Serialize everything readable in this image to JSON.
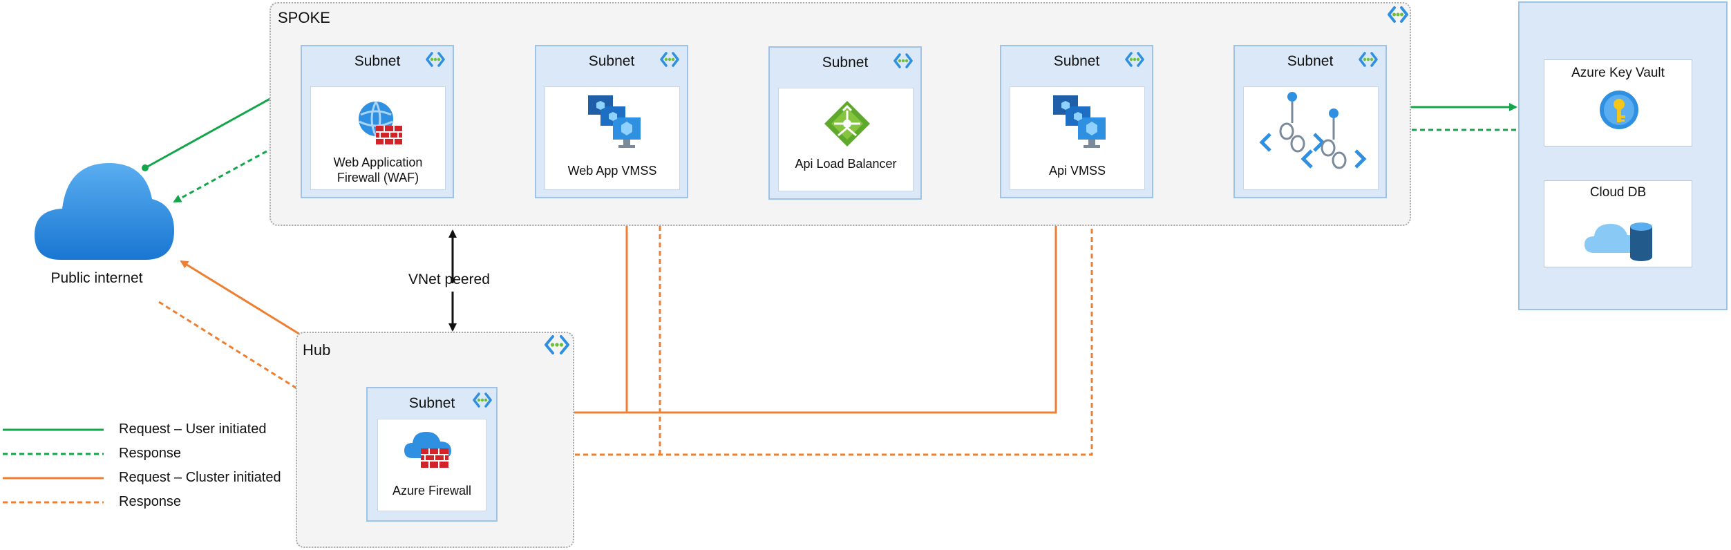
{
  "groups": {
    "spoke_label": "SPOKE",
    "hub_label": "Hub"
  },
  "subnets": {
    "waf": {
      "title": "Subnet",
      "service": "Web Application Firewall (WAF)"
    },
    "webapp": {
      "title": "Subnet",
      "service": "Web App VMSS"
    },
    "lb": {
      "title": "Subnet",
      "service": "Api Load Balancer"
    },
    "api": {
      "title": "Subnet",
      "service": "Api VMSS"
    },
    "pe": {
      "title": "Subnet",
      "service": ""
    },
    "firewall": {
      "title": "Subnet",
      "service": "Azure Firewall"
    }
  },
  "external": {
    "internet_label": "Public internet",
    "keyvault_label": "Azure Key Vault",
    "clouddb_label": "Cloud DB"
  },
  "peering_label": "VNet peered",
  "legend": [
    {
      "label": "Request – User initiated",
      "color": "#13a54a",
      "style": "solid"
    },
    {
      "label": "Response",
      "color": "#13a54a",
      "style": "dashed"
    },
    {
      "label": "Request – Cluster initiated",
      "color": "#ee7f32",
      "style": "solid"
    },
    {
      "label": "Response",
      "color": "#ee7f32",
      "style": "dashed"
    }
  ],
  "colors": {
    "user_flow": "#13a54a",
    "cluster_flow": "#ee7f32",
    "subnet_fill": "#dae8f8",
    "subnet_border": "#9ec3e6",
    "azure_blue": "#1e88e5"
  },
  "icons": {
    "vnet": "vnet-icon",
    "waf": "waf-icon",
    "vmss": "vmss-icon",
    "load_balancer": "load-balancer-icon",
    "private_endpoint": "private-endpoint-icon",
    "key_vault": "key-vault-icon",
    "cloud_db": "cloud-db-icon",
    "firewall": "firewall-icon",
    "cloud": "cloud-icon"
  }
}
